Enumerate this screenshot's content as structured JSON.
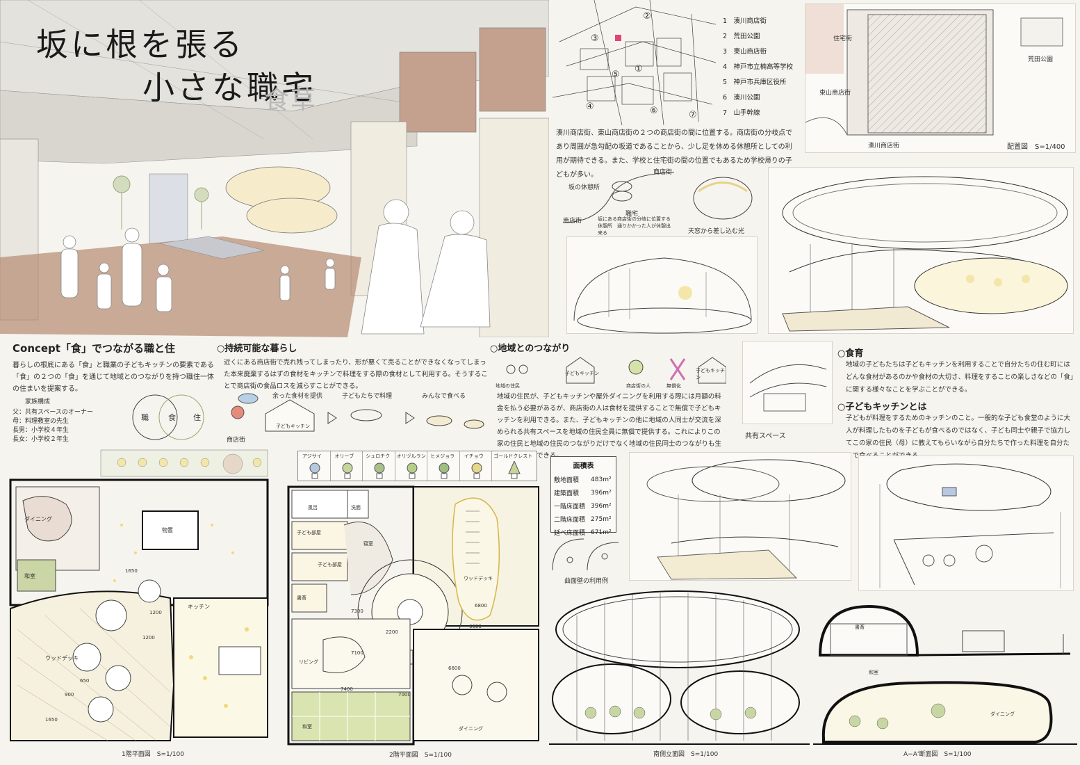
{
  "title": {
    "line1": "坂に根を張る",
    "line2": "小さな職宅",
    "overlay": "食草"
  },
  "site_legend": [
    "1　湊川商店街",
    "2　荒田公園",
    "3　東山商店街",
    "4　神戸市立楠高等学校",
    "5　神戸市兵庫区役所",
    "6　湊川公園",
    "7　山手幹線"
  ],
  "site_numbers": [
    "①",
    "②",
    "③",
    "④",
    "⑤",
    "⑥",
    "⑦"
  ],
  "site_text": "湊川商店街、東山商店街の２つの商店街の間に位置する。商店街の分岐点であり周囲が急勾配の坂道であることから、少し足を休める休憩所としての利用が期待できる。また、学校と住宅街の間の位置でもあるため学校帰りの子どもが多い。",
  "placement": {
    "caption": "配置図　S=1/400",
    "labels": [
      "住宅街",
      "荒田公園",
      "東山商店街",
      "湊川商店街"
    ]
  },
  "diagram_labels": {
    "slope_rest": "坂の休憩所",
    "shopping": "商店街",
    "house": "職宅",
    "shopping2": "商店街",
    "note": "坂にある商店街の分岐に位置する休憩所　通りかかった人が休憩出来る",
    "skylight": "天窓から差し込む光"
  },
  "concept": {
    "heading": "Concept「食」でつながる職と住",
    "text": "暮らしの根底にある「食」と職業の子どもキッチンの要素である「食」の２つの「食」を通じて地域とのつながりを持つ職住一体の住まいを提案する。",
    "family_title": "家族構成",
    "family": [
      "父：共有スペースのオーナー",
      "母：料理教室の先生",
      "長男：小学校４年生",
      "長女：小学校２年生"
    ],
    "venn": [
      "職",
      "食",
      "住"
    ]
  },
  "sustain": {
    "heading": "○持続可能な暮らし",
    "text": "近くにある商店街で売れ残ってしまったり、形が悪くて売ることができなくなってしまった本来廃棄するはずの食材をキッチンで料理をする際の食材として利用する。そうすることで商店街の食品ロスを減らすことができる。",
    "flow": [
      "余った食材を提供",
      "子どもたちで料理",
      "みんなで食べる"
    ],
    "shop": "商店街",
    "kitchen": "子どもキッチン"
  },
  "community": {
    "heading": "○地域とのつながり",
    "text": "地域の住民が、子どもキッチンや屋外ダイニングを利用する際には月額の料金を払う必要があるが、商店街の人は食材を提供することで無償で子どもキッチンを利用できる。また、子どもキッチンの他に地域の人同士が交流を深められる共有スペースを地域の住民全員に無償で提供する。これによりこの家の住民と地域の住民のつながりだけでなく地域の住民同士のつながりも生み出すことができる。",
    "labels": [
      "地域の住民",
      "子どもキッチン",
      "商店街の人",
      "無償化",
      "子どもキッチン"
    ]
  },
  "shared_space": "共有スペース",
  "food_edu": {
    "heading": "○食育",
    "text": "地域の子どもたちは子どもキッチンを利用することで自分たちの住む町にはどんな食材があるのかや食材の大切さ、料理をすることの楽しさなどの「食」に関する様々なことを学ぶことができる。"
  },
  "kids_kitchen": {
    "heading": "○子どもキッチンとは",
    "text": "子どもが料理をするためのキッチンのこと。一般的な子ども食堂のように大人が料理したものを子どもが食べるのではなく、子ども同士や親子で協力してこの家の住民（母）に教えてもらいながら自分たちで作った料理を自分たちで食べることができる。"
  },
  "plants": [
    "アジサイ",
    "オリーブ",
    "シュロチク",
    "オリヅルラン",
    "ヒメジョラ",
    "イチョウ",
    "ゴールドクレスト"
  ],
  "area_table": {
    "title": "面積表",
    "rows": [
      [
        "敷地面積",
        "483m²"
      ],
      [
        "建築面積",
        "396m²"
      ],
      [
        "一階床面積",
        "396m²"
      ],
      [
        "二階床面積",
        "275m²"
      ],
      [
        "延べ床面積",
        "671m²"
      ]
    ]
  },
  "wall_use": "曲面壁の利用例",
  "floor1": {
    "caption": "1階平面図　S=1/100",
    "rooms": [
      "ダイニング",
      "和室",
      "物置",
      "キッチン",
      "ウッドデッキ"
    ],
    "dims": [
      "1650",
      "1200",
      "1200",
      "1650",
      "650",
      "900"
    ]
  },
  "floor2": {
    "caption": "2階平面図　S=1/100",
    "rooms": [
      "風呂",
      "洗面",
      "子ども部屋",
      "子ども部屋",
      "寝室",
      "書斎",
      "リビング",
      "和室",
      "ダイニング",
      "ウッドデッキ"
    ],
    "dims": [
      "7300",
      "7100",
      "6600",
      "6600",
      "7000",
      "7400",
      "6800",
      "2200"
    ]
  },
  "elev_caption": "南側立面図　S=1/100",
  "section": {
    "caption": "A−A'断面図　S=1/100",
    "rooms": [
      "書斎",
      "和室",
      "ダイニング"
    ]
  },
  "colors": {
    "brick": "#b58a72",
    "ground": "#a9826c",
    "yellow": "#f0e2a2",
    "green": "#b8cc8c",
    "line": "#333333",
    "paper": "#f6f4ef"
  }
}
